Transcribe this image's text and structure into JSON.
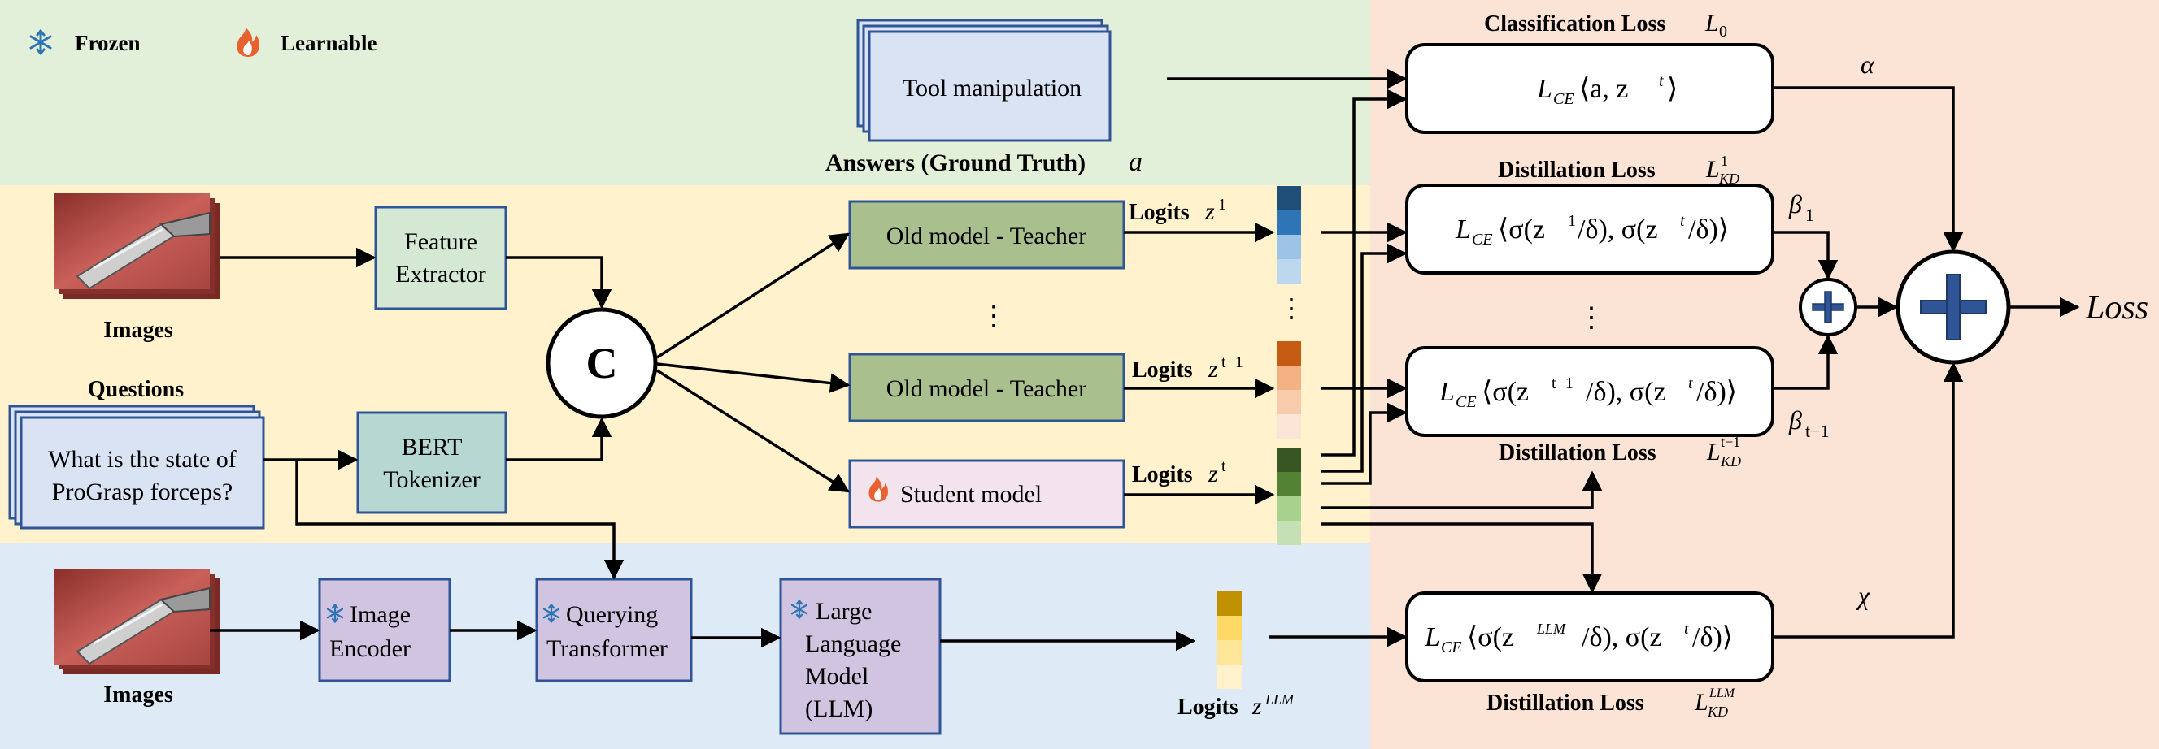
{
  "colors": {
    "green_band": "#e2efd9",
    "yellow_band": "#fff2cc",
    "blue_band": "#deebf7",
    "orange_panel": "#fbe4d5",
    "feature_extractor": "#d5e8d4",
    "bert_tokenizer": "#b7d7d2",
    "teacher": "#a9c08e",
    "student": "#f3e3ec",
    "vlm_module": "#d0c4e0",
    "answers_box": "#dae3f3",
    "question_box": "#dae3f3",
    "flame": "#e8622f",
    "snowflake": "#2e75b6",
    "teacher1_logits": [
      "#1f4e79",
      "#2e75b6",
      "#9dc3e6",
      "#bdd7ee"
    ],
    "teacher_t1_logits": [
      "#c55a11",
      "#f4b183",
      "#f8cbad",
      "#fbe5d6"
    ],
    "student_logits": [
      "#375623",
      "#548235",
      "#a9d18e",
      "#c5e0b4"
    ],
    "llm_logits": [
      "#bf9000",
      "#ffd966",
      "#ffe699",
      "#fff2cc"
    ]
  },
  "legend": {
    "frozen": "Frozen",
    "learnable": "Learnable"
  },
  "inputs": {
    "images_label_top": "Images",
    "images_label_bottom": "Images",
    "questions_title": "Questions",
    "question_line1": "What is the state of",
    "question_line2": "ProGrasp forceps?"
  },
  "modules": {
    "feature_extractor_line1": "Feature",
    "feature_extractor_line2": "Extractor",
    "bert_line1": "BERT",
    "bert_line2": "Tokenizer",
    "concat_symbol": "C",
    "teacher1": "Old model - Teacher",
    "teacher2": "Old model - Teacher",
    "student": "Student model",
    "image_encoder_line1": "Image",
    "image_encoder_line2": "Encoder",
    "qformer_line1": "Querying",
    "qformer_line2": "Transformer",
    "llm_line1": "Large",
    "llm_line2": "Language",
    "llm_line3": "Model",
    "llm_line4": "(LLM)",
    "vertical_dots": "⋮"
  },
  "answers": {
    "box_text": "Tool manipulation",
    "caption": "Answers (Ground Truth)",
    "caption_symbol": "a"
  },
  "logits": {
    "word": "Logits",
    "z1": "z",
    "z1_sup": "1",
    "zt1": "z",
    "zt1_sup": "t−1",
    "zt": "z",
    "zt_sup": "t",
    "zllm": "z",
    "zllm_sup": "LLM"
  },
  "losses": {
    "cls_title": "Classification Loss",
    "cls_title_sym": "L",
    "cls_title_sub": "0",
    "cls_formula": "⟨a, z",
    "kd1_title": "Distillation Loss",
    "kd1_sup": "1",
    "kd_sub": "KD",
    "kd1_formula_a": "⟨σ(z",
    "kd1_formula_b": "/δ), σ(z",
    "kd1_formula_c": "/δ)⟩",
    "kdt1_title": "Distillation Loss",
    "kdt1_sup": "t−1",
    "kdllm_title": "Distillation Loss",
    "kdllm_sup": "LLM",
    "ce_L": "L",
    "ce_sub": "CE"
  },
  "weights": {
    "alpha": "α",
    "beta1": "β",
    "beta1_sub": "1",
    "betat1": "β",
    "betat1_sub": "t−1",
    "chi": "χ"
  },
  "output": {
    "loss": "Loss",
    "plus": "+"
  }
}
